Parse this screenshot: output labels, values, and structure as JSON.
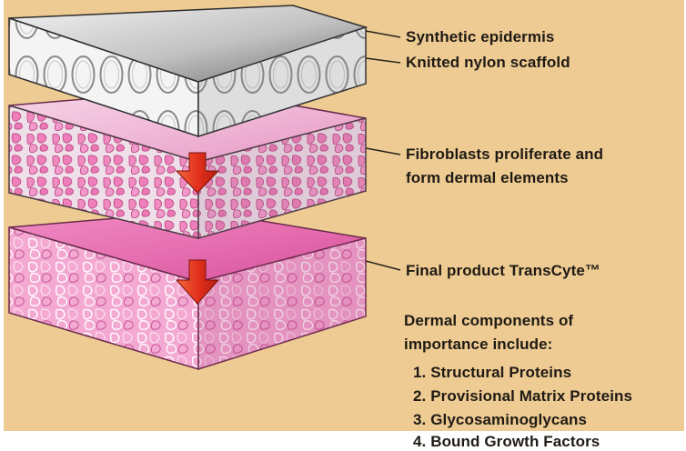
{
  "labels": {
    "synthetic_epidermis": "Synthetic epidermis",
    "knitted_nylon_scaffold": "Knitted nylon scaffold",
    "fibroblasts_line1": "Fibroblasts proliferate and",
    "fibroblasts_line2": "form dermal elements",
    "final_product": "Final product TransCyte™",
    "dermal_line1": "Dermal components of",
    "dermal_line2": "importance include:"
  },
  "components": [
    "1. Structural Proteins",
    "2. Provisional Matrix Proteins",
    "3. Glycosaminoglycans",
    "4. Bound Growth Factors"
  ],
  "colors": {
    "background": "#eecb93",
    "top_layer_face": "#c4c4c4",
    "middle_layer_face": "#f1bfdc",
    "bottom_layer_face": "#e873b5",
    "arrow": "#e0331f"
  },
  "icons": [
    "down-arrow-icon"
  ]
}
